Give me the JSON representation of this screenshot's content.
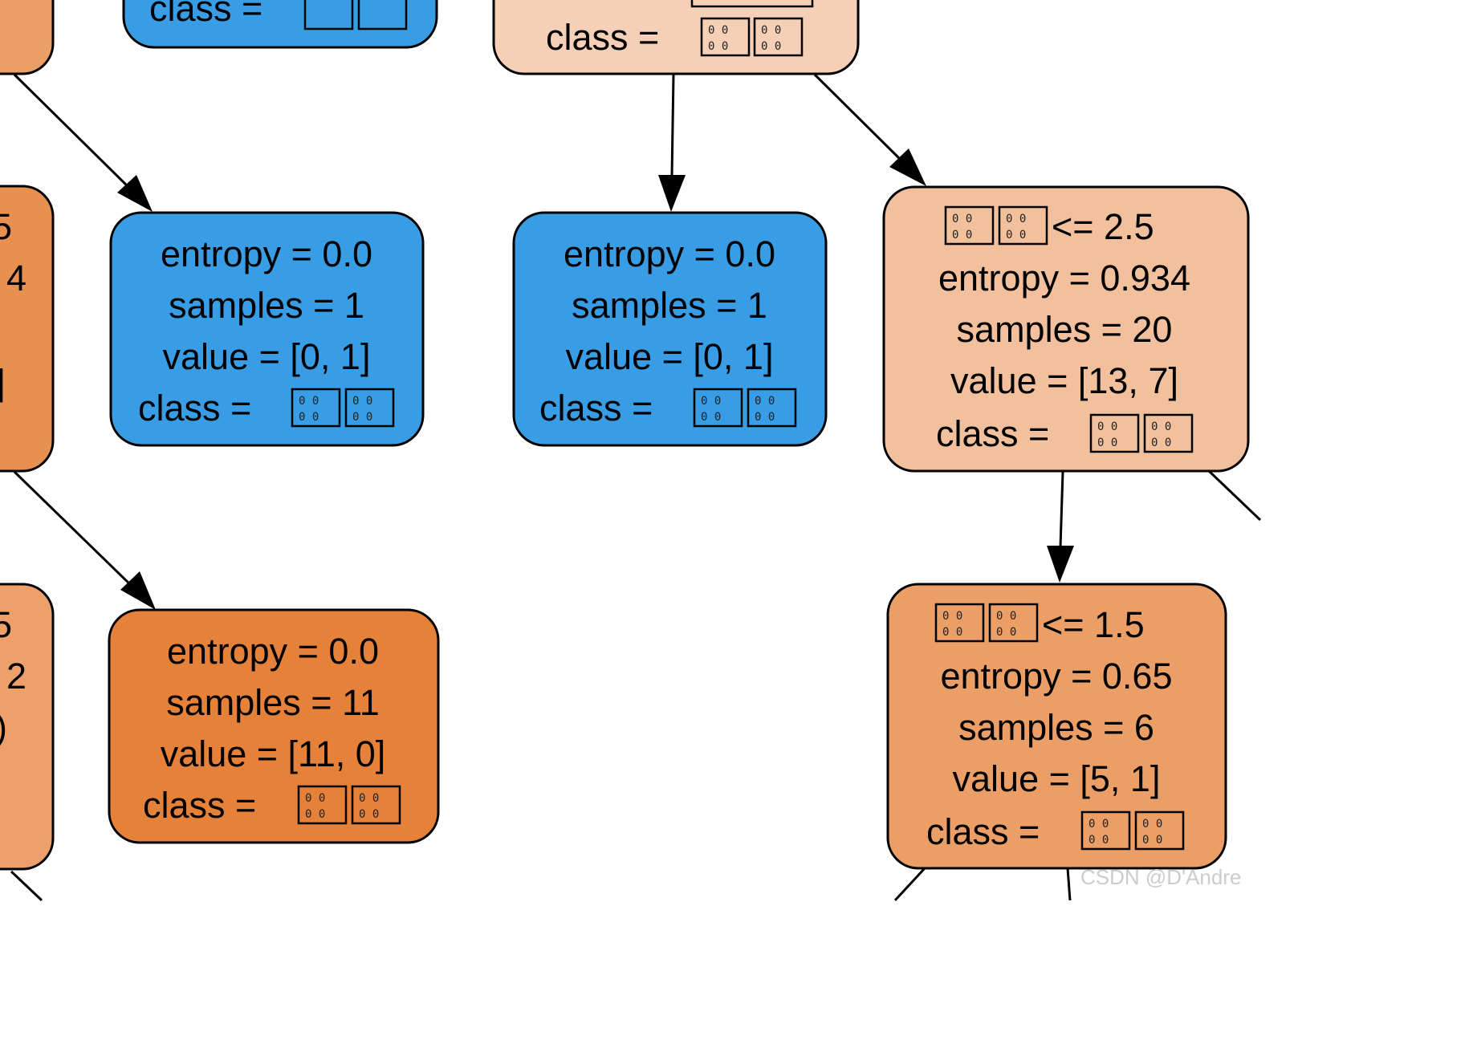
{
  "colors": {
    "class_0_dark": "#e58139",
    "class_0_medium": "#eb9e66",
    "class_0_light": "#f2c09c",
    "class_0_pale": "#f5d0b6",
    "class_1": "#399de5",
    "edge": "#000000"
  },
  "nodes": {
    "top_left_partial": {
      "lines": []
    },
    "top_blue_partial": {
      "lines": [
        "class = "
      ]
    },
    "top_center_partial": {
      "lines": [
        "class = "
      ]
    },
    "left_mid_partial": {
      "lines": [
        "5",
        "4",
        "]"
      ]
    },
    "left_bottom_partial": {
      "lines": [
        "5",
        "2",
        ")"
      ]
    },
    "leaf_blue_1": {
      "lines": [
        "entropy = 0.0",
        "samples = 1",
        "value = [0, 1]",
        "class = "
      ]
    },
    "leaf_blue_2": {
      "lines": [
        "entropy = 0.0",
        "samples = 1",
        "value = [0, 1]",
        "class = "
      ]
    },
    "split_right": {
      "lines": [
        " <= 2.5",
        "entropy = 0.934",
        "samples = 20",
        "value = [13, 7]",
        "class = "
      ]
    },
    "leaf_orange": {
      "lines": [
        "entropy = 0.0",
        "samples = 11",
        "value = [11, 0]",
        "class = "
      ]
    },
    "split_bottom_right": {
      "lines": [
        " <= 1.5",
        "entropy = 0.65",
        "samples = 6",
        "value = [5, 1]",
        "class = "
      ]
    }
  },
  "missing_glyph": "0 0",
  "watermark": "CSDN @D'Andre"
}
